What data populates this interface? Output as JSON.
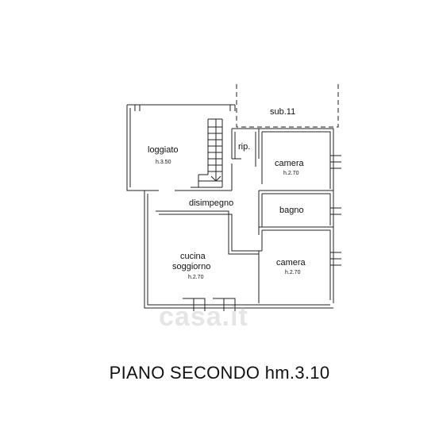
{
  "plan": {
    "caption": "PIANO SECONDO hm.3.10",
    "rooms": {
      "sub11": {
        "label": "sub.11"
      },
      "loggiato": {
        "label": "loggiato",
        "height": "h.3.50"
      },
      "rip": {
        "label": "rip."
      },
      "camera_1": {
        "label": "camera",
        "height": "h.2.70"
      },
      "disimpegno": {
        "label": "disimpegno"
      },
      "bagno": {
        "label": "bagno"
      },
      "cucina": {
        "label": "cucina",
        "label2": "soggiorno",
        "height": "h.2.70"
      },
      "camera_2": {
        "label": "camera",
        "height": "h.2.70"
      }
    },
    "watermark": "casa.it"
  }
}
